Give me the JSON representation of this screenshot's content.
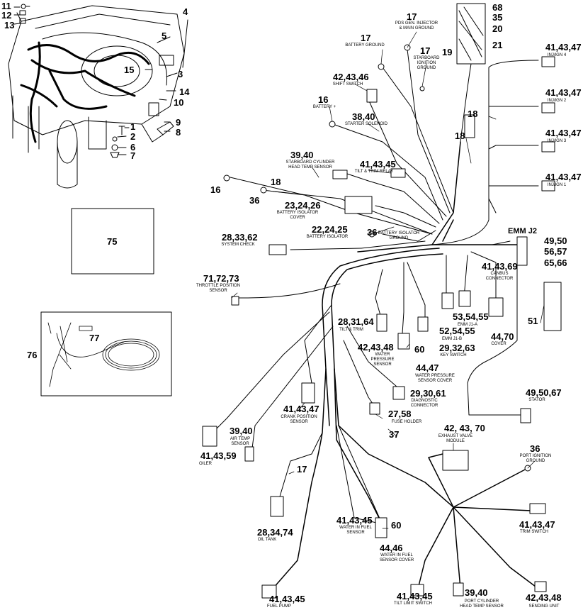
{
  "callouts": {
    "c11": "11",
    "c12": "12",
    "c13": "13",
    "c4": "4",
    "c5": "5",
    "c15": "15",
    "c3": "3",
    "c14": "14",
    "c10": "10",
    "c1": "1",
    "c2": "2",
    "c6": "6",
    "c7": "7",
    "c9": "9",
    "c8": "8",
    "c75": "75",
    "c76": "76",
    "c77": "77",
    "c68": "68",
    "c35": "35",
    "c20": "20",
    "c21": "21",
    "c19": "19",
    "c17a": "17",
    "c17b": "17",
    "c17c": "17",
    "c17d": "17",
    "c424346": "42,43,46",
    "c16a": "16",
    "c3840": "38,40",
    "c3940a": "39,40",
    "c414345a": "41,43,45",
    "c18a": "18",
    "c18b": "18",
    "c18c": "18",
    "c16b": "16",
    "c36a": "36",
    "c232426": "23,24,26",
    "c222425": "22,24,25",
    "c36b": "36",
    "c283362": "28,33,62",
    "c717273": "71,72,73",
    "c414347a": "41,43,47",
    "c414347b": "41,43,47",
    "c414347c": "41,43,47",
    "c414347d": "41,43,47",
    "emmj2": "EMM J2",
    "c4950": "49,50",
    "c5657": "56,57",
    "c6566": "65,66",
    "c414369": "41,43,69",
    "c51": "51",
    "c535455": "53,54,55",
    "c525455": "52,54,55",
    "c293263": "29,32,63",
    "c4470": "44,70",
    "c283164": "28,31,64",
    "c424348a": "42,43,48",
    "c60a": "60",
    "c4447": "44,47",
    "c293061": "29,30,61",
    "c2758": "27,58",
    "c495067": "49,50,67",
    "c414347e": "41,43,47",
    "c3940b": "39,40",
    "c414359": "41,43,59",
    "c37": "37",
    "c424370": "42, 43, 70",
    "c36c": "36",
    "c414347f": "41,43,47",
    "c283474": "28,34,74",
    "c414345b": "41,43,45",
    "c60b": "60",
    "c4446": "44,46",
    "c414345c": "41,43,45",
    "c414345d": "41,43,45",
    "c3940c": "39,40",
    "c424348b": "42,43,48"
  },
  "captions": {
    "pds": "PDS GEN. INJECTOR\n& MAIN GROUND",
    "battery_ground": "BATTERY GROUND",
    "stbd_ign_ground": "STARBOARD\nIGNITION\nGROUND",
    "shift_switch": "SHIFT SWITCH",
    "battery_plus": "BATTERY +",
    "starter_solenoid": "STARTER SOLENOID",
    "stbd_cyl_temp": "STARBOARD CYLINDER\nHEAD TEMP SENSOR",
    "tilt_trim_relay": "TILT & TRIM RELAY",
    "battery_isolator_cover": "BATTERY ISOLATOR\nCOVER",
    "battery_isolator": "BATTERY ISOLATOR",
    "battery_isolator_ground": "BATTERY ISOLATOR\nGROUND",
    "system_check": "SYSTEM CHECK",
    "throttle_position": "THROTTLE POSITION\nSENSOR",
    "injign4": "INJ/IGN 4",
    "injign2": "INJ/IGN 2",
    "injign3": "INJ/IGN 3",
    "injign1": "INJ/IGN 1",
    "canbus": "CANBus\nCONNECTOR",
    "emm_j1a": "EMM J1-A",
    "emm_j1b": "EMM J1-B",
    "key_switch": "KEY SWITCH",
    "cover": "COVER",
    "tilt_trim": "TILT & TRIM",
    "water_pressure": "WATER\nPRESSURE\nSENSOR",
    "water_pressure_cover": "WATER PRESSURE\nSENSOR COVER",
    "diagnostic": "DIAGNOSTIC\nCONNECTOR",
    "fuse_holder": "FUSE HOLDER",
    "stator": "STATOR",
    "crank_position": "CRANK POSITION\nSENSOR",
    "air_temp": "AIR TEMP\nSENSOR",
    "oiler": "OILER",
    "exhaust_valve": "EXHAUST VALVE\nMODULE",
    "port_ign_ground": "PORT IGNITION\nGROUND",
    "trim_switch": "TRIM SWITCH",
    "oil_tank": "OIL TANK",
    "water_in_fuel": "WATER IN FUEL\nSENSOR",
    "water_in_fuel_cover": "WATER IN FUEL\nSENSOR COVER",
    "tilt_limit": "TILT LIMIT SWITCH",
    "port_cyl_temp": "PORT CYLINDER\nHEAD TEMP SENSOR",
    "sending_unit": "SENDING UNIT",
    "fuel_pump": "FUEL PUMP"
  }
}
